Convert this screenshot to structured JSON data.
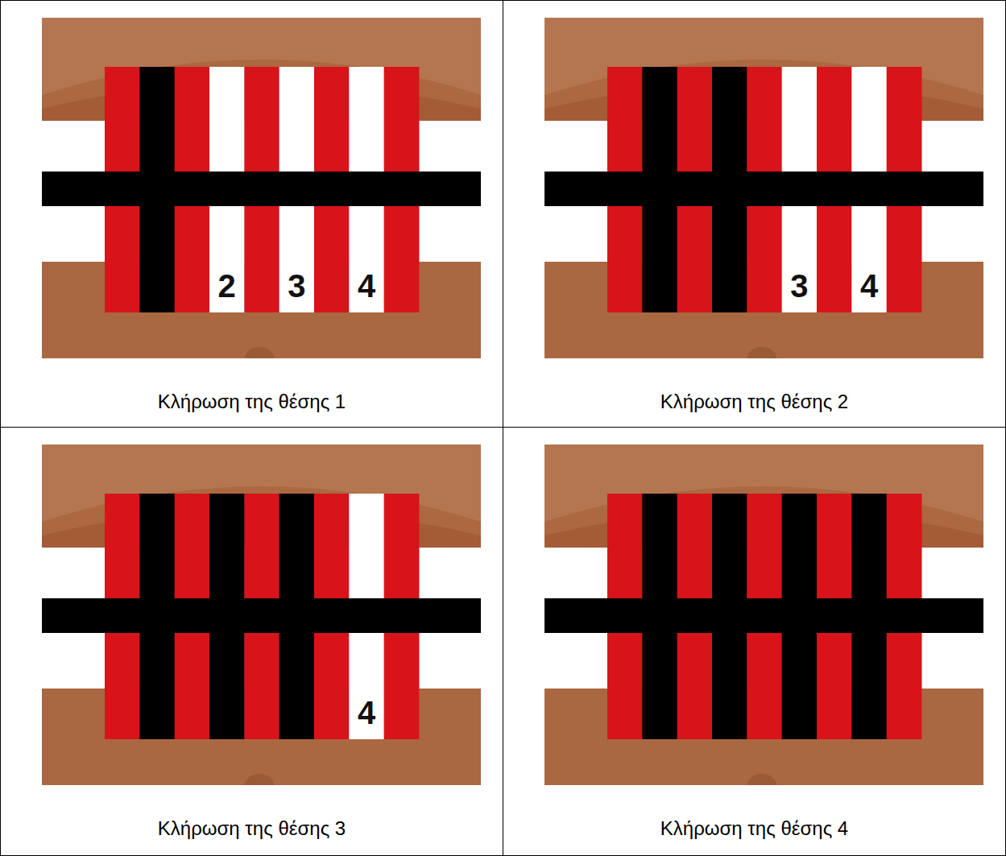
{
  "diagram": {
    "nodes": [
      {
        "text": [
          "Κλήρωση της θέσης 1"
        ]
      },
      {
        "text": [
          "Κλήρωση της θέσης 2"
        ]
      },
      {
        "text": [
          "Κλήρωση της θέσης 3"
        ]
      },
      {
        "text": [
          "Κλήρωση της θέσης 4"
        ]
      }
    ],
    "labels": [
      "2",
      "3",
      "4",
      "3",
      "4",
      "4"
    ]
  }
}
